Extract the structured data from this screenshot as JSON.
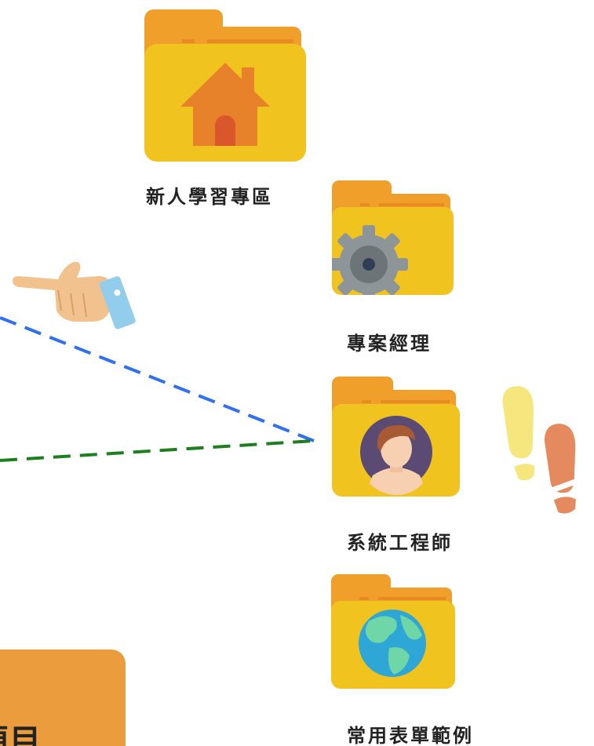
{
  "folders": [
    {
      "label": "新人學習專區",
      "icon": "home-icon"
    },
    {
      "label": "專案經理",
      "icon": "gear-icon"
    },
    {
      "label": "系統工程師",
      "icon": "person-icon"
    },
    {
      "label": "常用表單範例",
      "icon": "globe-icon"
    }
  ],
  "bottom_button": {
    "label": "項目"
  },
  "colors": {
    "folder_back": "#f0a02a",
    "folder_front": "#f1c31f",
    "blue_line": "#2f6ff0",
    "green_line": "#1e7f1e",
    "button": "#eb9c3c"
  }
}
